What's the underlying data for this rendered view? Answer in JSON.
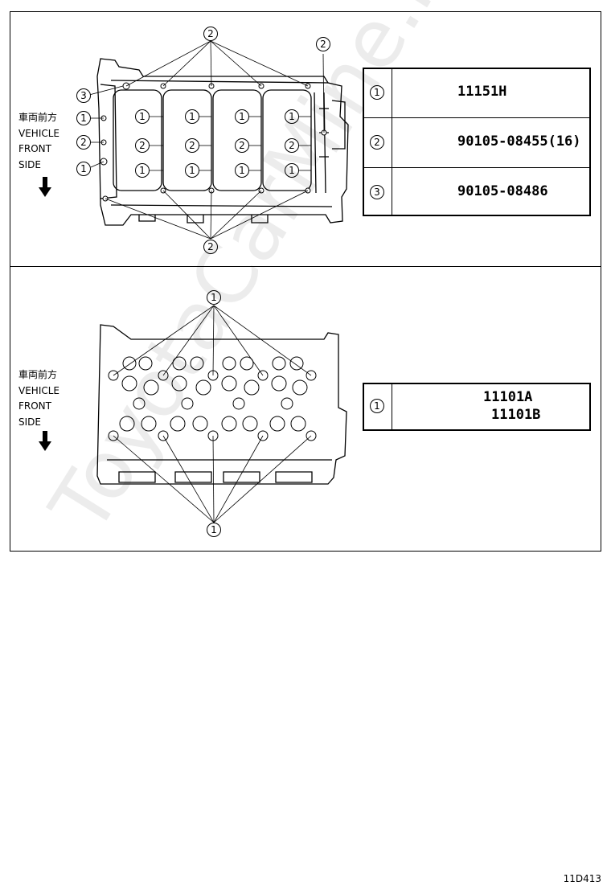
{
  "top_panel": {
    "side_label": {
      "jp": "車両前方",
      "line1": "VEHICLE",
      "line2": "FRONT",
      "line3": "SIDE"
    },
    "callouts": {
      "one": "1",
      "two": "2",
      "three": "3"
    },
    "parts": [
      {
        "ref": "1",
        "part_number": "11151H"
      },
      {
        "ref": "2",
        "part_number": "90105-08455(16)"
      },
      {
        "ref": "3",
        "part_number": "90105-08486"
      }
    ]
  },
  "bottom_panel": {
    "side_label": {
      "jp": "車両前方",
      "line1": "VEHICLE",
      "line2": "FRONT",
      "line3": "SIDE"
    },
    "callouts": {
      "one": "1"
    },
    "parts": [
      {
        "ref": "1",
        "part_numbers": [
          "11101A",
          "11101B"
        ]
      }
    ]
  },
  "watermark": "ToyotaCarMine.ru",
  "diagram_code": "11D413"
}
